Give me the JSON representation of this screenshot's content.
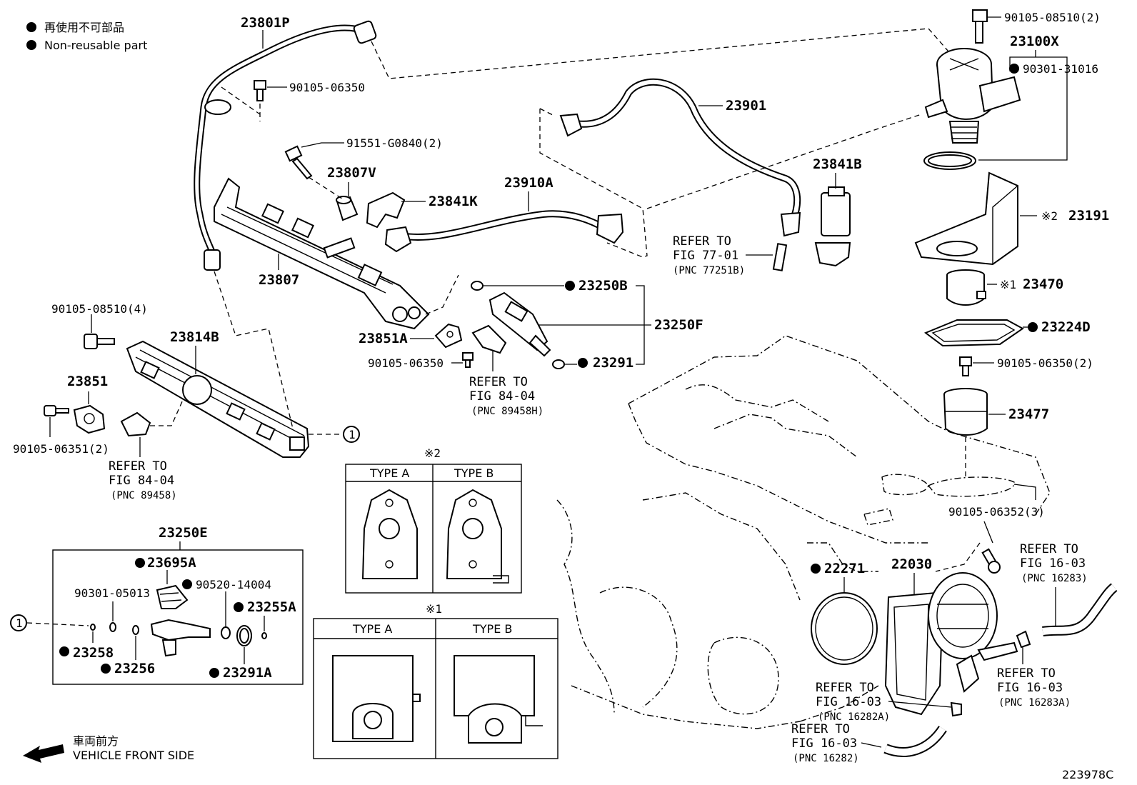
{
  "legend": {
    "line_jp": "再使用不可部品",
    "line_en": "Non-reusable part"
  },
  "footer": {
    "front_jp": "車両前方",
    "front_en": "VEHICLE FRONT SIDE",
    "fig_code": "223978C"
  },
  "parts": {
    "p23801P": "23801P",
    "p90105_06350_a": "90105-06350",
    "p91551": "91551-G0840(2)",
    "p23807V": "23807V",
    "p23841K": "23841K",
    "p23910A": "23910A",
    "p23901": "23901",
    "p23807": "23807",
    "p23841B": "23841B",
    "p90105_08510_2": "90105-08510(2)",
    "p23100X": "23100X",
    "p90301_31016": "90301-31016",
    "p23191": "23191",
    "p23191_mark": "※2",
    "p23470": "23470",
    "p23470_mark": "※1",
    "p23224D": "23224D",
    "p90105_06350_2": "90105-06350(2)",
    "p23477": "23477",
    "p90105_06352": "90105-06352(3)",
    "p23250B": "23250B",
    "p23250F": "23250F",
    "p23291": "23291",
    "p23851A": "23851A",
    "p90105_06350_b": "90105-06350",
    "p90105_08510_4": "90105-08510(4)",
    "p23814B": "23814B",
    "p23851": "23851",
    "p90105_06351": "90105-06351(2)",
    "p23250E": "23250E",
    "p23695A": "23695A",
    "p90301_05013": "90301-05013",
    "p90520": "90520-14004",
    "p23255A": "23255A",
    "p23258": "23258",
    "p23256": "23256",
    "p23291A": "23291A",
    "p22271": "22271",
    "p22030": "22030",
    "circle_ref": "1"
  },
  "refs": {
    "r7701": {
      "l1": "REFER TO",
      "l2": "FIG 77-01",
      "l3": "(PNC 77251B)"
    },
    "r8404a": {
      "l1": "REFER TO",
      "l2": "FIG 84-04",
      "l3": "(PNC 89458H)"
    },
    "r8404b": {
      "l1": "REFER TO",
      "l2": "FIG 84-04",
      "l3": "(PNC 89458)"
    },
    "r16283": {
      "l1": "REFER TO",
      "l2": "FIG 16-03",
      "l3": "(PNC 16283)"
    },
    "r16283A": {
      "l1": "REFER TO",
      "l2": "FIG 16-03",
      "l3": "(PNC 16283A)"
    },
    "r16282A": {
      "l1": "REFER TO",
      "l2": "FIG 16-03",
      "l3": "(PNC 16282A)"
    },
    "r16282": {
      "l1": "REFER TO",
      "l2": "FIG 16-03",
      "l3": "(PNC 16282)"
    }
  },
  "inset2": {
    "mark": "※2",
    "type_a": "TYPE A",
    "type_b": "TYPE B"
  },
  "inset1": {
    "mark": "※1",
    "type_a": "TYPE A",
    "type_b": "TYPE B"
  }
}
